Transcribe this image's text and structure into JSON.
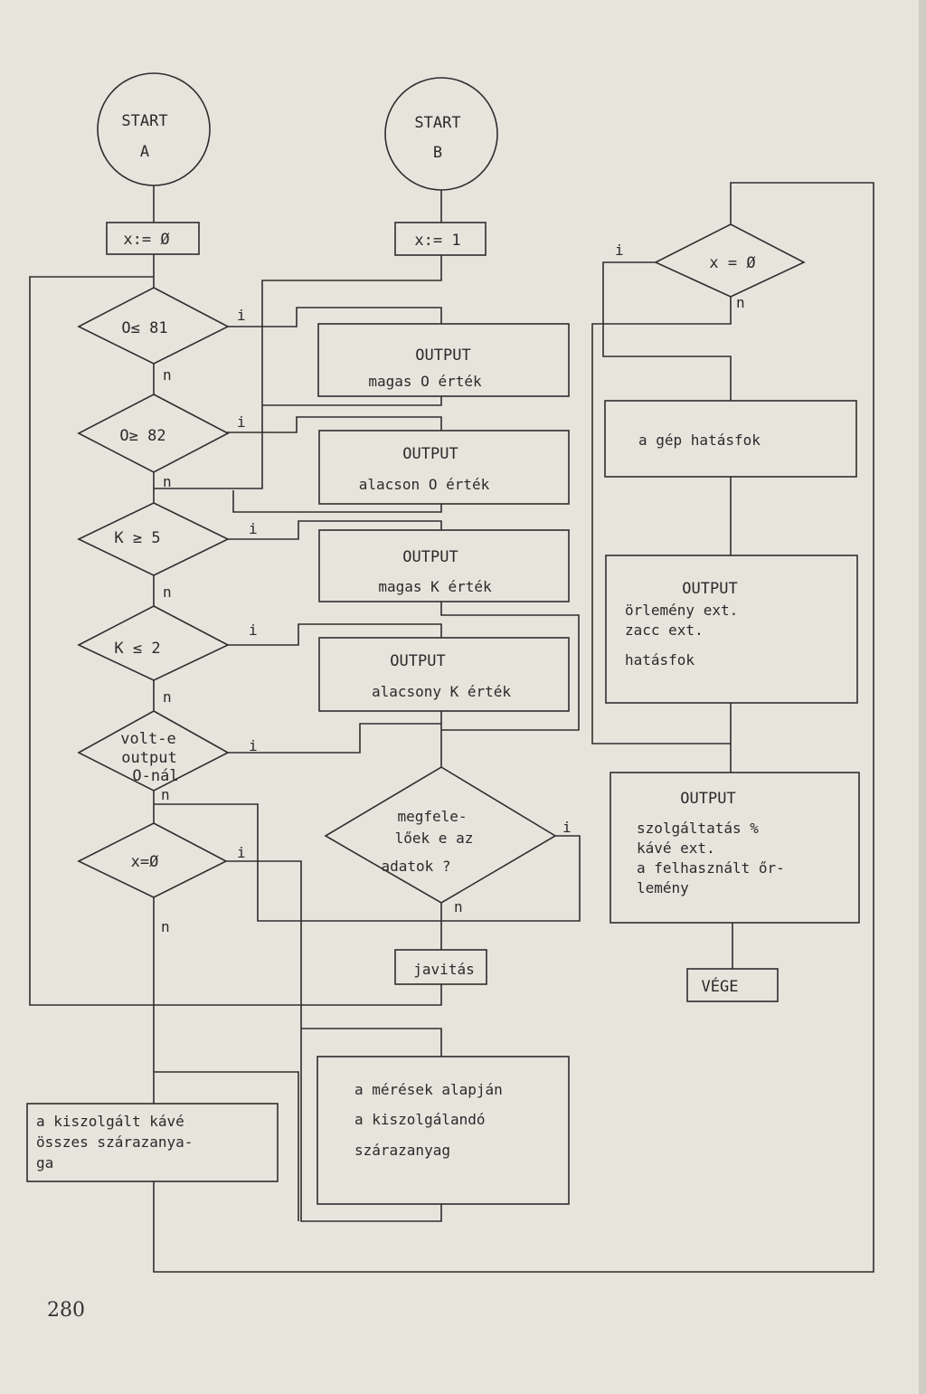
{
  "page_number": "280",
  "nodes": {
    "start_a": [
      "START",
      "A"
    ],
    "start_b": [
      "START",
      "B"
    ],
    "assign_a": [
      "x:= Ø"
    ],
    "assign_b": [
      "x:= 1"
    ],
    "dec_o_le_b1": [
      "O≤ 81"
    ],
    "dec_o_ge_b2": [
      "O≥ 82"
    ],
    "dec_k_ge_5": [
      "K ≥ 5"
    ],
    "dec_k_le_2": [
      "K ≤ 2"
    ],
    "dec_volt_output": [
      "volt-e",
      "output",
      "O-nál"
    ],
    "dec_x_eq_0_left": [
      "x=Ø"
    ],
    "dec_adatok": [
      "megfele-",
      "lőek e az",
      "adatok ?"
    ],
    "out_magas_o": [
      "OUTPUT",
      "magas O érték"
    ],
    "out_alacsony_o": [
      "OUTPUT",
      "alacson O érték"
    ],
    "out_magas_k": [
      "OUTPUT",
      "magas K érték"
    ],
    "out_alacsony_k": [
      "OUTPUT",
      "alacsony K érték"
    ],
    "javitas": [
      "javitás"
    ],
    "kiszolgalt_kave": [
      "a kiszolgált kávé",
      "összes szárazanya-",
      "ga"
    ],
    "meresek": [
      "a mérések alapján",
      "a kiszolgálandó",
      "szárazanyag"
    ],
    "dec_x_eq_0_right": [
      "x = Ø"
    ],
    "gep_hatasfok": [
      "a gép hatásfok"
    ],
    "out_orlemeny": [
      "OUTPUT",
      "örlemény ext.",
      "zacc ext.",
      "hatásfok"
    ],
    "out_szolgaltatas": [
      "OUTPUT",
      "szolgáltatás %",
      "kávé ext.",
      "a felhasznált őr-",
      "lemény"
    ],
    "vege": [
      "VÉGE"
    ]
  },
  "branch_labels": {
    "yes": "i",
    "no": "n"
  }
}
